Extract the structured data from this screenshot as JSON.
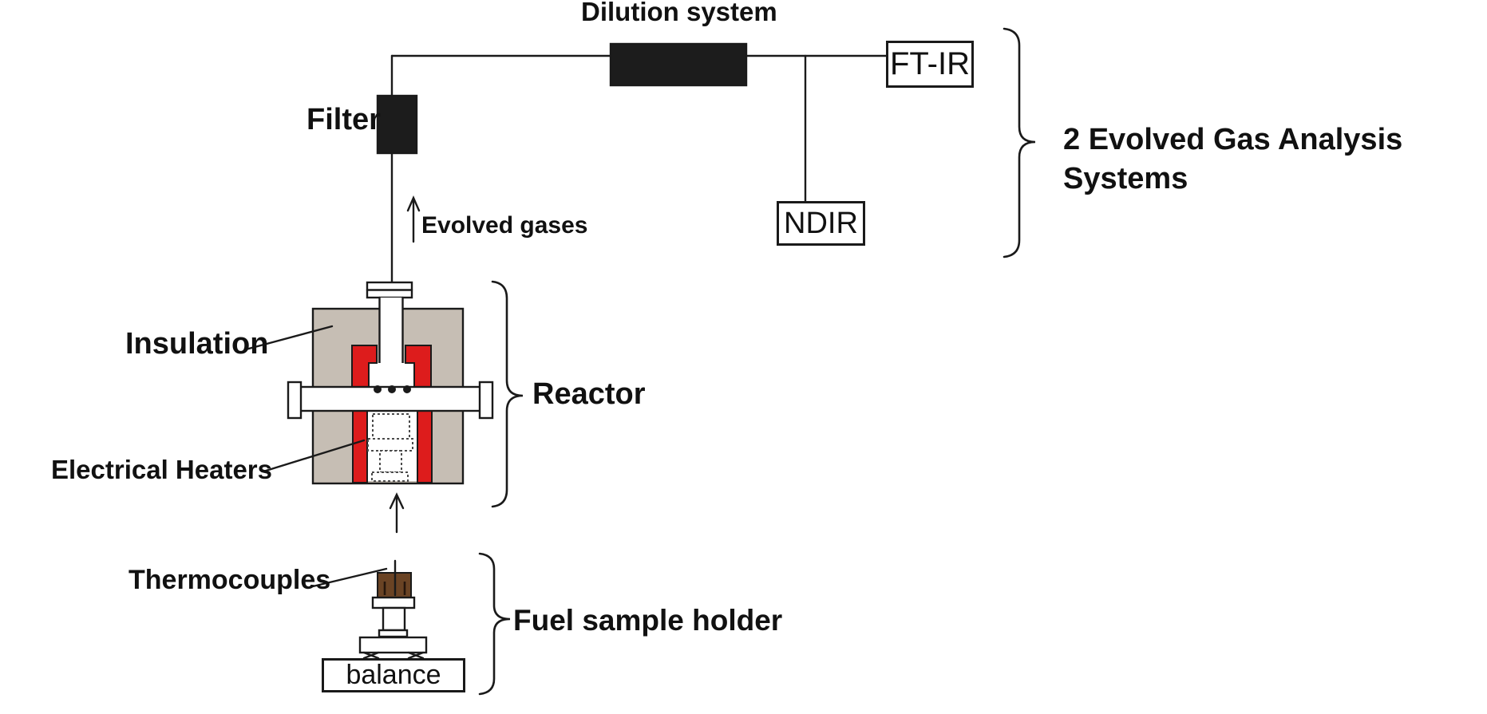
{
  "diagram": {
    "labels": {
      "dilution_system": "Dilution system",
      "filter": "Filter",
      "evolved_gases": "Evolved gases",
      "egas_line1": "2 Evolved Gas Analysis",
      "egas_line2": "Systems",
      "insulation": "Insulation",
      "reactor": "Reactor",
      "electrical_heaters": "Electrical Heaters",
      "thermocouples": "Thermocouples",
      "fuel_sample_holder": "Fuel sample holder"
    },
    "boxes": {
      "ftir": "FT-IR",
      "ndir": "NDIR",
      "balance": "balance"
    },
    "colors": {
      "line": "#1a1a1a",
      "insulation_fill": "#c6beb4",
      "heater_red": "#dd1c1c",
      "thermocouple_brown": "#6a4324",
      "component_fill": "#1c1c1c"
    }
  }
}
